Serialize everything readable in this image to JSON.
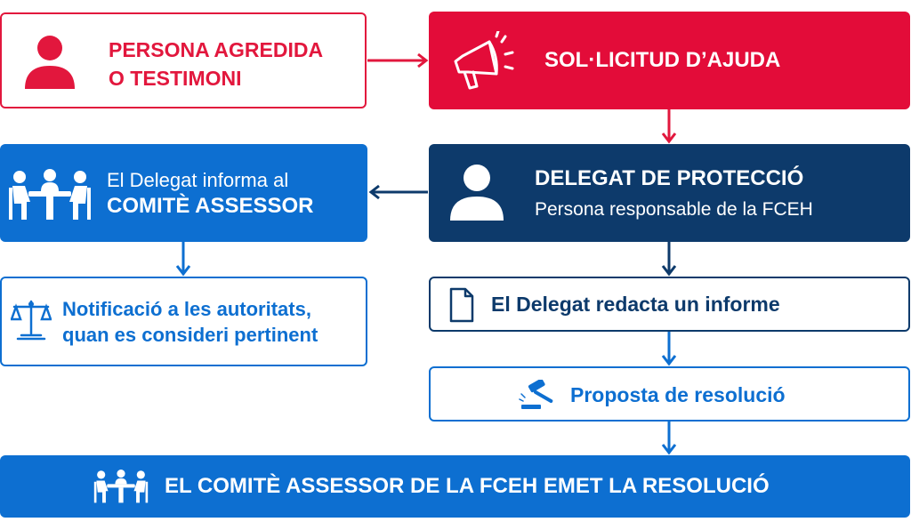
{
  "nodes": {
    "victim": {
      "line1": "PERSONA AGREDIDA",
      "line2": "O TESTIMONI",
      "icon": "person-icon",
      "color": "#e2173d"
    },
    "request": {
      "label": "SOL·LICITUD D’AJUDA",
      "icon": "megaphone-icon",
      "color": "#e30c39"
    },
    "committee_info": {
      "line1": "El Delegat informa al",
      "line2": "COMITÈ ASSESSOR",
      "icon": "meeting-icon",
      "color": "#0d6fd1"
    },
    "delegate": {
      "title": "DELEGAT DE PROTECCIÓ",
      "subtitle": "Persona responsable de la FCEH",
      "icon": "person-icon",
      "color": "#0d3a6b"
    },
    "notify": {
      "line1": "Notificació a les autoritats,",
      "line2": "quan es consideri pertinent",
      "icon": "scales-icon"
    },
    "report": {
      "label": "El Delegat redacta un informe",
      "icon": "document-icon"
    },
    "proposal": {
      "label": "Proposta de resolució",
      "icon": "gavel-icon"
    },
    "resolution": {
      "label": "EL COMITÈ ASSESSOR DE LA FCEH EMET LA RESOLUCIÓ",
      "icon": "meeting-icon"
    }
  }
}
